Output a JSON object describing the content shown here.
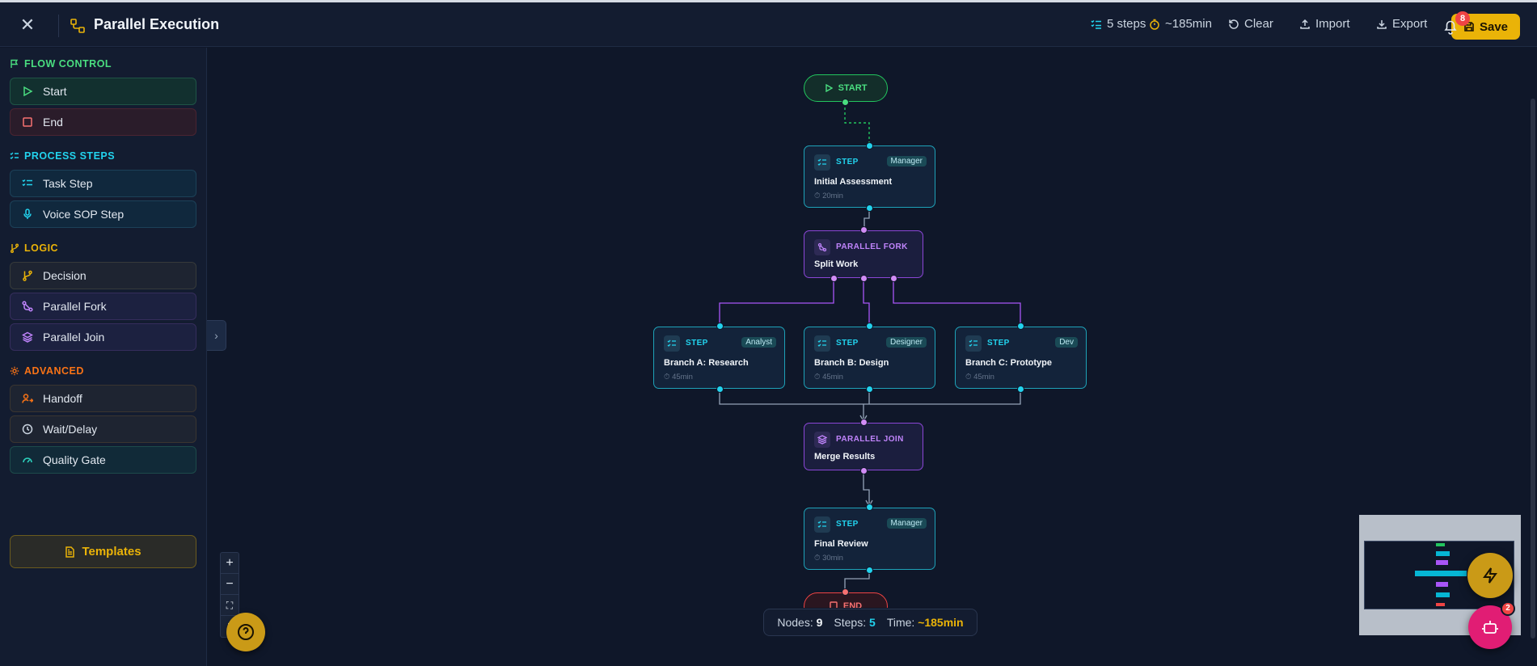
{
  "header": {
    "title": "Parallel Execution",
    "steps_label": "5 steps",
    "time_label": "~185min",
    "clear_label": "Clear",
    "import_label": "Import",
    "export_label": "Export",
    "save_label": "Save",
    "notification_count": "8"
  },
  "palette": {
    "sections": [
      {
        "title": "FLOW CONTROL",
        "color": "#4ade80"
      },
      {
        "title": "PROCESS STEPS",
        "color": "#22d3ee"
      },
      {
        "title": "LOGIC",
        "color": "#eab308"
      },
      {
        "title": "ADVANCED",
        "color": "#f97316"
      }
    ],
    "items": {
      "start": "Start",
      "end": "End",
      "task_step": "Task Step",
      "voice_sop_step": "Voice SOP Step",
      "decision": "Decision",
      "parallel_fork": "Parallel Fork",
      "parallel_join": "Parallel Join",
      "handoff": "Handoff",
      "wait_delay": "Wait/Delay",
      "quality_gate": "Quality Gate"
    },
    "templates_label": "Templates"
  },
  "flow": {
    "start": {
      "label": "START"
    },
    "initial": {
      "type": "STEP",
      "role": "Manager",
      "title": "Initial Assessment",
      "time": "20min"
    },
    "fork": {
      "type": "PARALLEL FORK",
      "title": "Split Work"
    },
    "branch_a": {
      "type": "STEP",
      "role": "Analyst",
      "title": "Branch A: Research",
      "time": "45min"
    },
    "branch_b": {
      "type": "STEP",
      "role": "Designer",
      "title": "Branch B: Design",
      "time": "45min"
    },
    "branch_c": {
      "type": "STEP",
      "role": "Dev",
      "title": "Branch C: Prototype",
      "time": "45min"
    },
    "join": {
      "type": "PARALLEL JOIN",
      "title": "Merge Results"
    },
    "final": {
      "type": "STEP",
      "role": "Manager",
      "title": "Final Review",
      "time": "30min"
    },
    "end": {
      "label": "END"
    }
  },
  "status": {
    "nodes_label": "Nodes:",
    "nodes_value": "9",
    "steps_label": "Steps:",
    "steps_value": "5",
    "time_label": "Time:",
    "time_value": "~185min"
  },
  "assistant_badge": "2",
  "colors": {
    "accent_yellow": "#eab308",
    "step_cyan": "#22d3ee",
    "parallel_purple": "#a855f7",
    "start_green": "#4ade80",
    "end_red": "#ef4444",
    "background": "#0f1729"
  }
}
